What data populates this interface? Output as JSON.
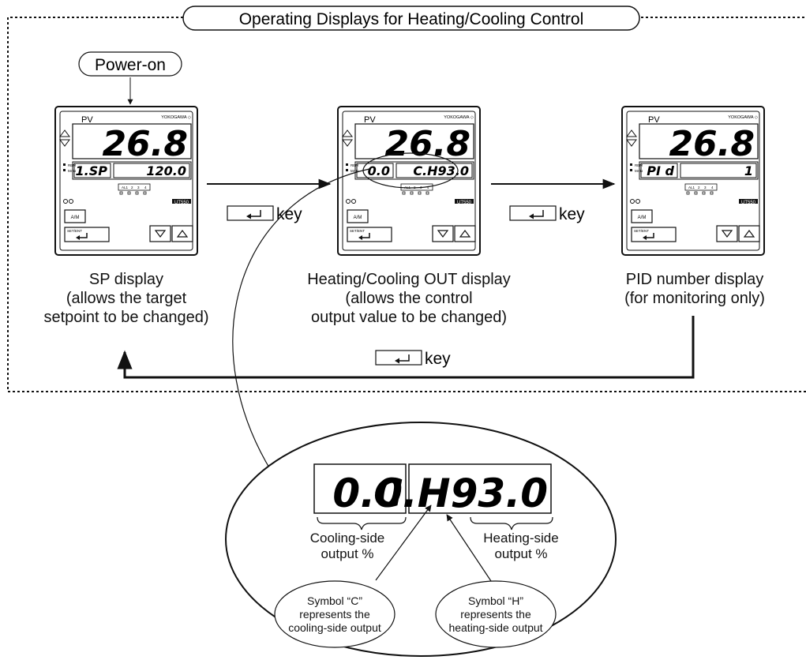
{
  "header": {
    "title": "Operating Displays for Heating/Cooling Control"
  },
  "power_on": "Power-on",
  "controller": {
    "pv_label": "PV",
    "brand": "YOKOGAWA ◇",
    "model": "UT550",
    "rem_label": "REM",
    "man_label": "MAN",
    "alarm_labels": [
      "AL1",
      "2",
      "3",
      "4"
    ],
    "am_button": "A/M",
    "setent_label": "SET/ENT",
    "pv_value": "26.8"
  },
  "panels": [
    {
      "left_display": "1.SP",
      "right_display": "120.0"
    },
    {
      "left_display": "0.0",
      "right_display": "C.H93.0"
    },
    {
      "left_display": "PI d",
      "right_display": "1"
    }
  ],
  "captions": {
    "sp": [
      "SP display",
      "(allows the target",
      "setpoint to be changed)"
    ],
    "out": [
      "Heating/Cooling OUT display",
      "(allows the control",
      "output value to be changed)"
    ],
    "pid": [
      "PID number display",
      "(for monitoring only)"
    ]
  },
  "key_label": "key",
  "zoom": {
    "left_value": "0.0",
    "right_value": "C.H93.0",
    "cooling_label": [
      "Cooling-side",
      "output %"
    ],
    "heating_label": [
      "Heating-side",
      "output %"
    ],
    "symbol_c": [
      "Symbol “C”",
      "represents the",
      "cooling-side output"
    ],
    "symbol_h": [
      "Symbol “H”",
      "represents the",
      "heating-side output"
    ]
  }
}
